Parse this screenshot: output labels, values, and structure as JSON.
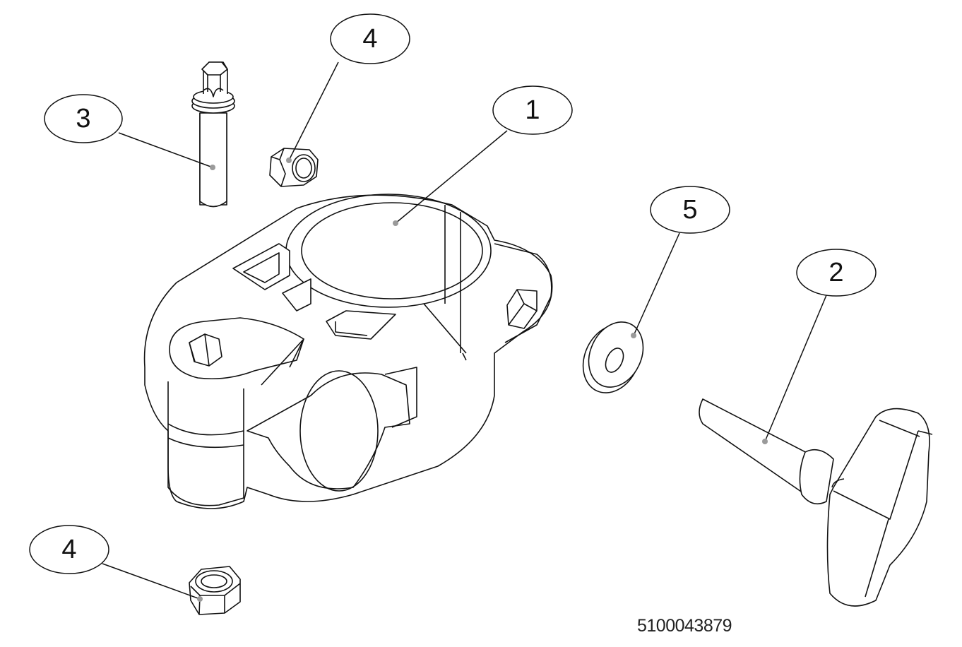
{
  "drawing": {
    "document_number": "5100043879",
    "line_color": "#111111",
    "dot_color": "#9a9a9a",
    "background": "#ffffff"
  },
  "callouts": [
    {
      "id": "callout-1",
      "label": "1",
      "part": "clamp-body"
    },
    {
      "id": "callout-2",
      "label": "2",
      "part": "t-handle-knob-screw"
    },
    {
      "id": "callout-3",
      "label": "3",
      "part": "square-head-bolt"
    },
    {
      "id": "callout-4a",
      "label": "4",
      "part": "hex-nut-top"
    },
    {
      "id": "callout-4b",
      "label": "4",
      "part": "hex-nut-bottom"
    },
    {
      "id": "callout-5",
      "label": "5",
      "part": "flat-washer"
    }
  ]
}
